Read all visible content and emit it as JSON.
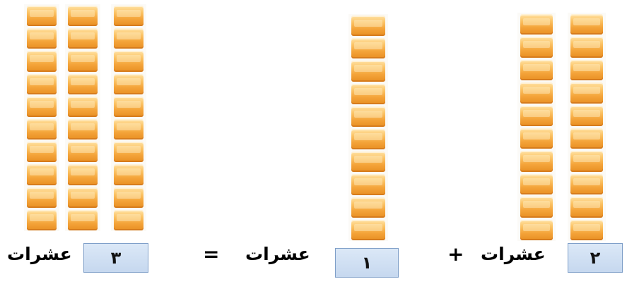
{
  "equation": {
    "left_number": "٢",
    "middle_number": "١",
    "result_number": "٣",
    "unit_word": "عشرات",
    "plus_sign": "+",
    "equals_sign": "="
  },
  "blocks": {
    "left_group_rods": 2,
    "middle_group_rods": 1,
    "result_group_rods": 3,
    "cubes_per_rod": 10,
    "cube_color": "#f4a43a"
  }
}
